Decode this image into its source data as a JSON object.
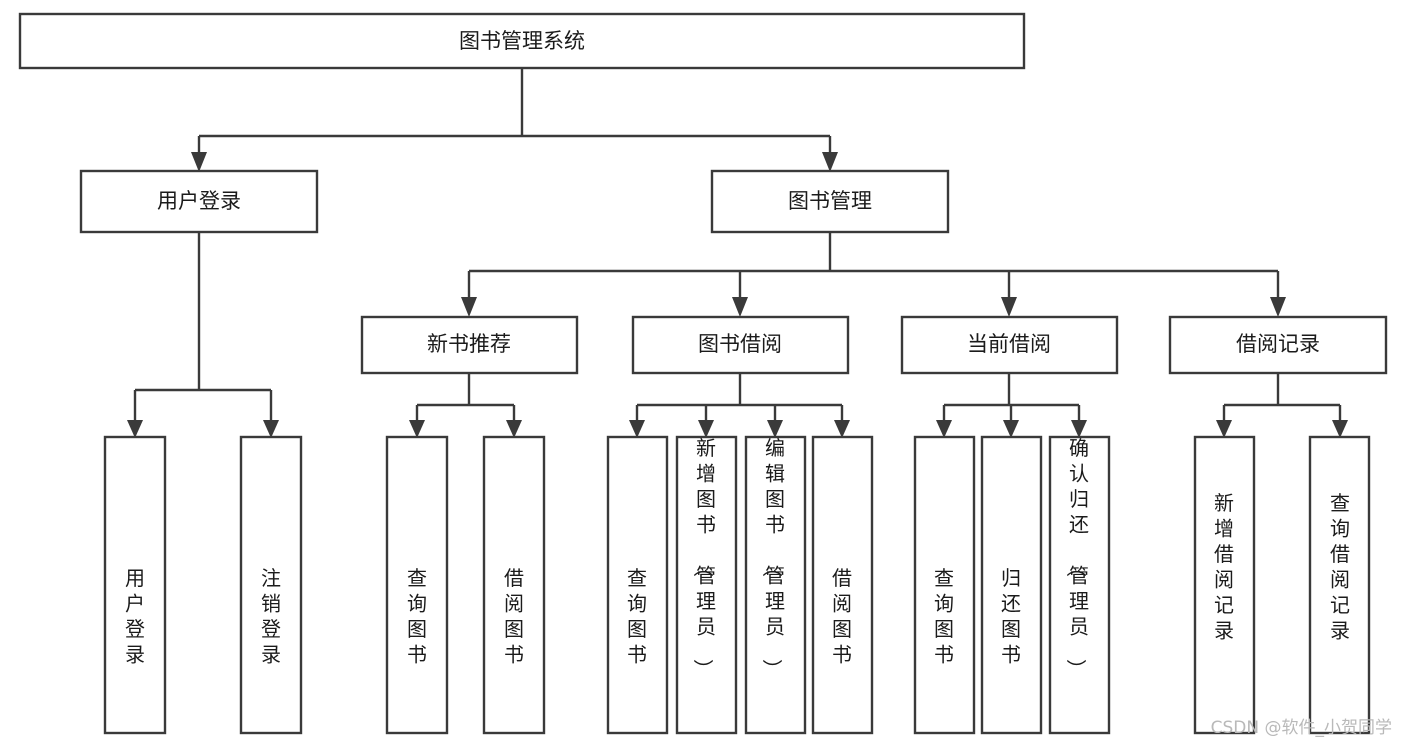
{
  "diagram": {
    "kind": "tree-hierarchy-chart",
    "title": "图书管理系统",
    "orientation": "top-down",
    "box_fill": "#ffffff",
    "box_stroke": "#3a3a3a",
    "text_color": "#1b1b1b",
    "levels": {
      "level1": [
        {
          "id": "root",
          "label": "图书管理系统",
          "orientation": "horizontal"
        }
      ],
      "level2": [
        {
          "id": "user-login",
          "label": "用户登录",
          "orientation": "horizontal"
        },
        {
          "id": "book-manage",
          "label": "图书管理",
          "orientation": "horizontal"
        }
      ],
      "level3": [
        {
          "id": "new-book-rec",
          "label": "新书推荐",
          "orientation": "horizontal",
          "parent": "book-manage"
        },
        {
          "id": "book-borrow",
          "label": "图书借阅",
          "orientation": "horizontal",
          "parent": "book-manage"
        },
        {
          "id": "current-borrow",
          "label": "当前借阅",
          "orientation": "horizontal",
          "parent": "book-manage"
        },
        {
          "id": "borrow-record",
          "label": "借阅记录",
          "orientation": "horizontal",
          "parent": "book-manage"
        }
      ],
      "level4": [
        {
          "id": "leaf-user-login",
          "label": "用户登录",
          "orientation": "vertical",
          "parent": "user-login"
        },
        {
          "id": "leaf-user-logout",
          "label": "注销登录",
          "orientation": "vertical",
          "parent": "user-login"
        },
        {
          "id": "leaf-query-book-1",
          "label": "查询图书",
          "orientation": "vertical",
          "parent": "new-book-rec"
        },
        {
          "id": "leaf-borrow-book-1",
          "label": "借阅图书",
          "orientation": "vertical",
          "parent": "new-book-rec"
        },
        {
          "id": "leaf-query-book-2",
          "label": "查询图书",
          "orientation": "vertical",
          "parent": "book-borrow"
        },
        {
          "id": "leaf-add-book",
          "label": "新增图书（管理员）",
          "orientation": "vertical",
          "parent": "book-borrow"
        },
        {
          "id": "leaf-edit-book",
          "label": "编辑图书（管理员）",
          "orientation": "vertical",
          "parent": "book-borrow"
        },
        {
          "id": "leaf-borrow-book-2",
          "label": "借阅图书",
          "orientation": "vertical",
          "parent": "book-borrow"
        },
        {
          "id": "leaf-query-book-3",
          "label": "查询图书",
          "orientation": "vertical",
          "parent": "current-borrow"
        },
        {
          "id": "leaf-return-book",
          "label": "归还图书",
          "orientation": "vertical",
          "parent": "current-borrow"
        },
        {
          "id": "leaf-confirm-return",
          "label": "确认归还（管理员）",
          "orientation": "vertical",
          "parent": "current-borrow"
        },
        {
          "id": "leaf-add-record",
          "label": "新增借阅记录",
          "orientation": "vertical",
          "parent": "borrow-record"
        },
        {
          "id": "leaf-query-record",
          "label": "查询借阅记录",
          "orientation": "vertical",
          "parent": "borrow-record"
        }
      ]
    }
  },
  "watermark": {
    "text": "CSDN @软件_小贺同学",
    "color": "#b9b9b9"
  }
}
